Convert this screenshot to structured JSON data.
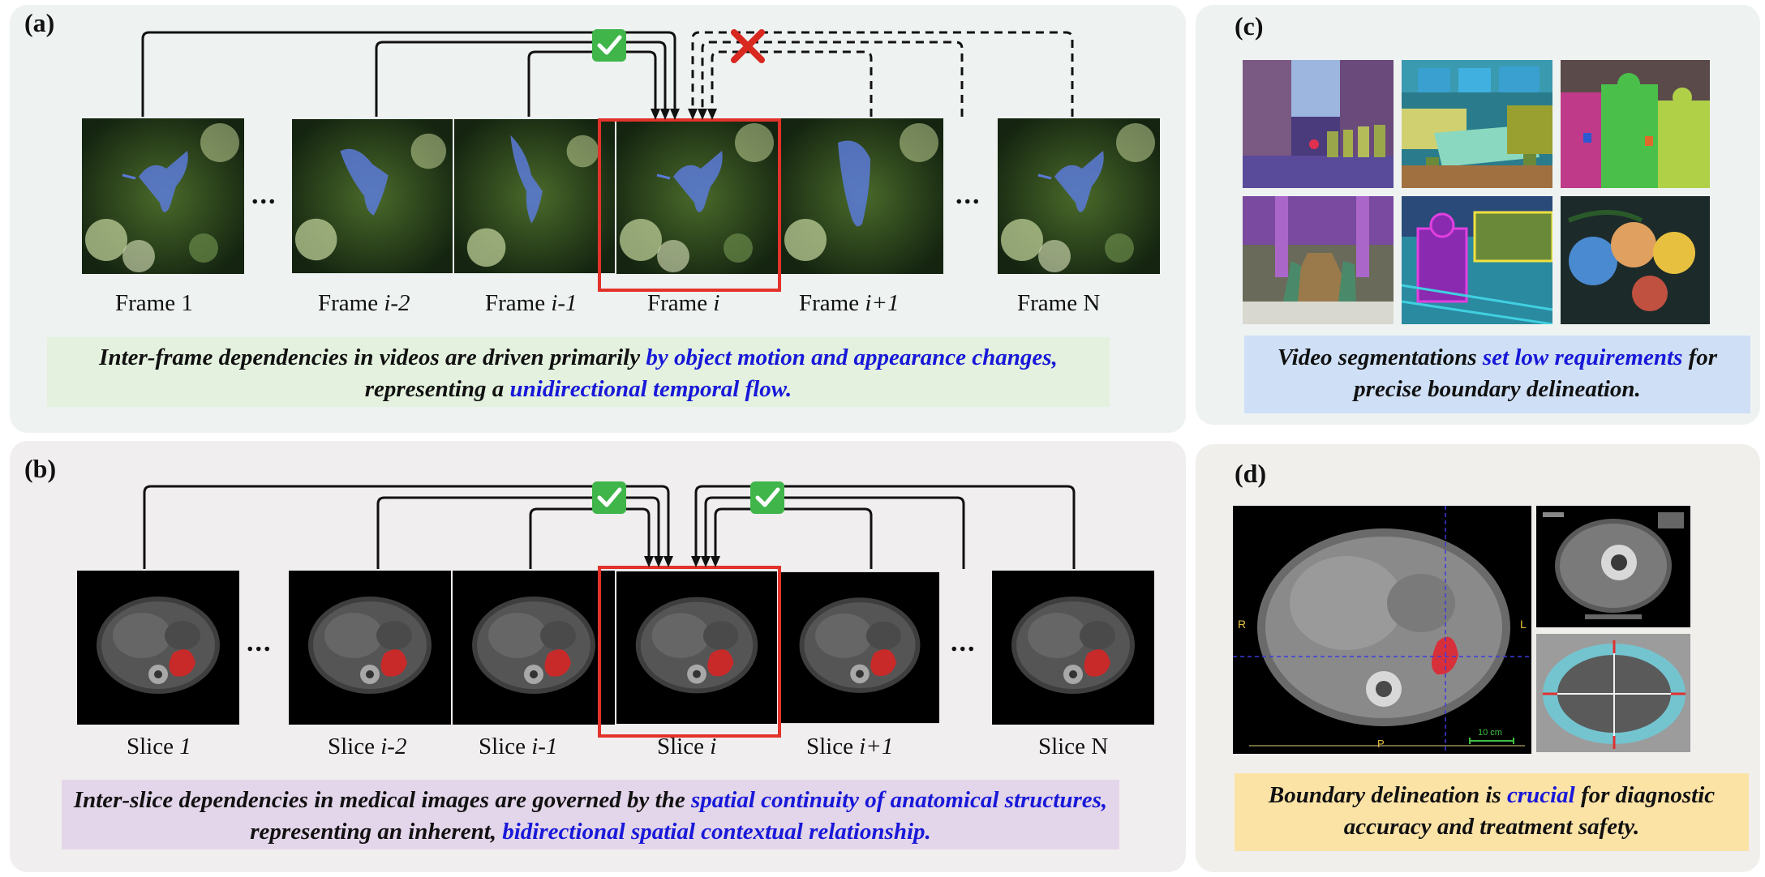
{
  "panels": {
    "a": {
      "label": "(a)",
      "frames": [
        {
          "prefix": "Frame ",
          "italic": "1",
          "suffix": "",
          "italic_style": false
        },
        {
          "prefix": "Frame ",
          "italic": "i-2",
          "suffix": ""
        },
        {
          "prefix": "Frame ",
          "italic": "i-1",
          "suffix": ""
        },
        {
          "prefix": "Frame ",
          "italic": "i",
          "suffix": ""
        },
        {
          "prefix": "Frame ",
          "italic": "i+1",
          "suffix": ""
        },
        {
          "prefix": "Frame ",
          "italic": "N",
          "suffix": "",
          "italic_style": false
        }
      ],
      "dots": "...",
      "caption": {
        "p1": "Inter-frame dependencies in videos are driven primarily ",
        "h1": "by object motion and appearance changes,",
        "p2": " representing a ",
        "h2": "unidirectional temporal flow."
      }
    },
    "b": {
      "label": "(b)",
      "slices": [
        {
          "prefix": "Slice ",
          "italic": "1"
        },
        {
          "prefix": "Slice ",
          "italic": "i-2"
        },
        {
          "prefix": "Slice ",
          "italic": "i-1"
        },
        {
          "prefix": "Slice ",
          "italic": "i"
        },
        {
          "prefix": "Slice ",
          "italic": "i+1"
        },
        {
          "prefix": "Slice ",
          "italic": "N"
        }
      ],
      "dots": "...",
      "caption": {
        "p1": "Inter-slice dependencies in medical images are governed by the ",
        "h1": "spatial continuity of anatomical structures,",
        "p2": " representing an inherent, ",
        "h2": "bidirectional spatial contextual relationship."
      }
    },
    "c": {
      "label": "(c)",
      "caption": {
        "p1": "Video segmentations ",
        "h1": "set low requirements",
        "p2": " for precise boundary delineation."
      }
    },
    "d": {
      "label": "(d)",
      "ct_markers": {
        "left": "R",
        "right": "L",
        "bottom": "P",
        "scale": "10 cm"
      },
      "caption": {
        "p1": "Boundary delineation is ",
        "h1": "crucial",
        "p2": " for diagnostic accuracy and treatment safety."
      }
    }
  },
  "colors": {
    "highlight": "#1818d8",
    "red_box": "#e3322a",
    "check_green": "#3fb54a",
    "cross_red": "#d8281f",
    "caption_a_bg": "#e3f1de",
    "caption_b_bg": "#e4d6ea",
    "caption_c_bg": "#cfe0f6",
    "caption_d_bg": "#fbe3a6"
  },
  "icons": [
    "check-icon",
    "cross-icon"
  ]
}
